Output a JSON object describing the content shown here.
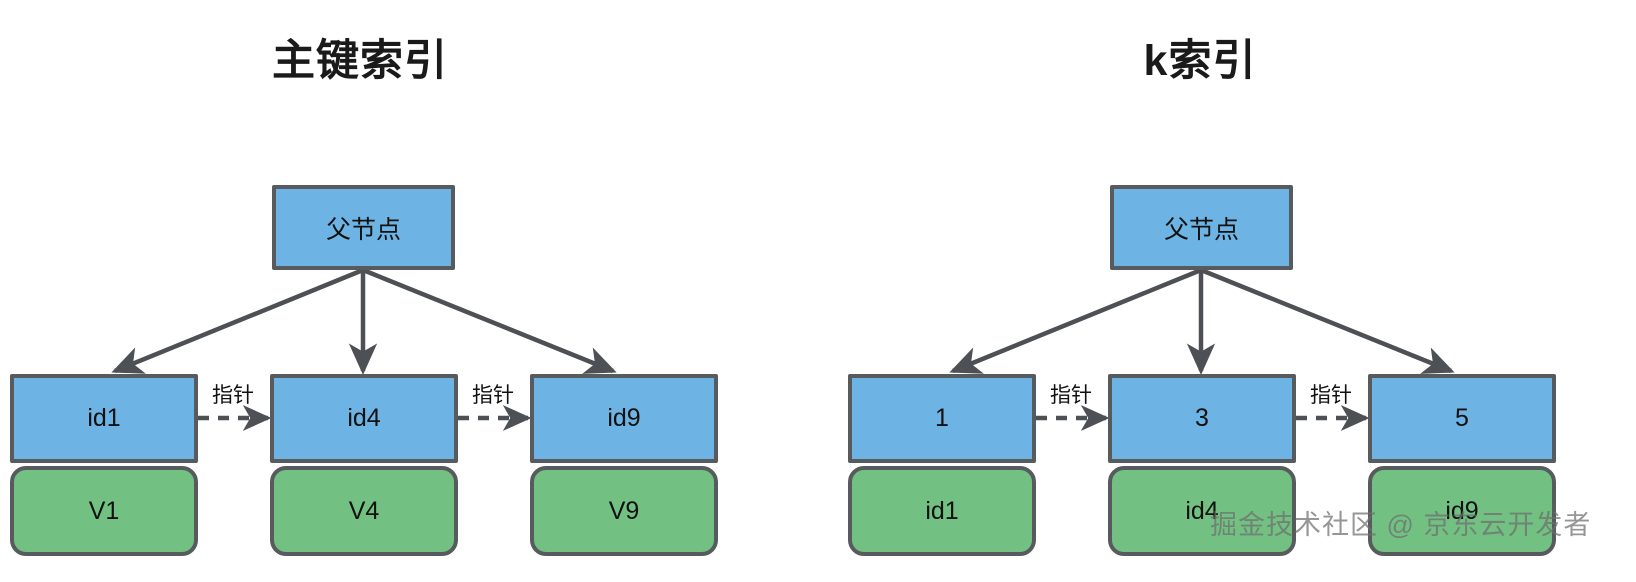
{
  "diagram": {
    "background_color": "#ffffff",
    "node_blue_color": "#6DB3E3",
    "node_green_color": "#72C183",
    "border_color": "#585B5E",
    "arrow_color": "#4D5155",
    "text_color": "#111111"
  },
  "panels": [
    {
      "id": "primary-key-index",
      "title": "主键索引",
      "parent": {
        "label": "父节点"
      },
      "leaves": [
        {
          "key": "id1",
          "value": "V1"
        },
        {
          "key": "id4",
          "value": "V4"
        },
        {
          "key": "id9",
          "value": "V9"
        }
      ],
      "pointer_labels": [
        "指针",
        "指针"
      ]
    },
    {
      "id": "k-index",
      "title": "k索引",
      "parent": {
        "label": "父节点"
      },
      "leaves": [
        {
          "key": "1",
          "value": "id1"
        },
        {
          "key": "3",
          "value": "id4"
        },
        {
          "key": "5",
          "value": "id9"
        }
      ],
      "pointer_labels": [
        "指针",
        "指针"
      ]
    }
  ],
  "watermark": {
    "text": "掘金技术社区 @ 京东云开发者"
  }
}
